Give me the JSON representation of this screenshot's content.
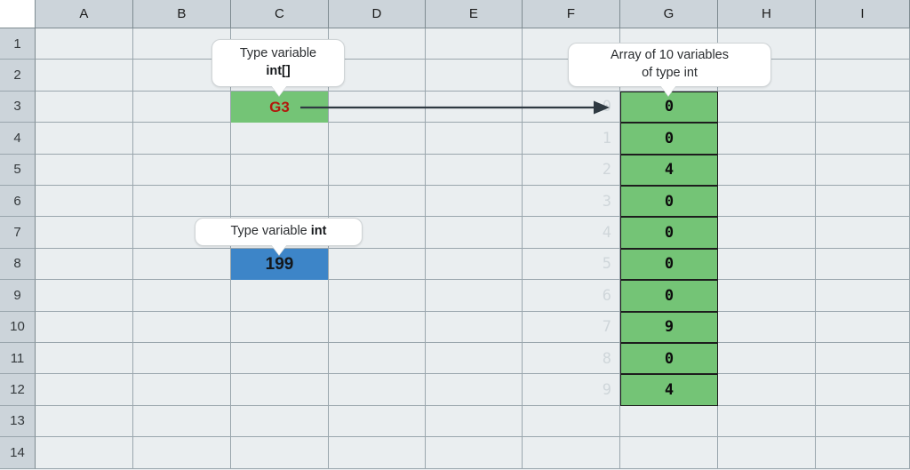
{
  "spreadsheet": {
    "columns": [
      "A",
      "B",
      "C",
      "D",
      "E",
      "F",
      "G",
      "H",
      "I"
    ],
    "rows": [
      "1",
      "2",
      "3",
      "4",
      "5",
      "6",
      "7",
      "8",
      "9",
      "10",
      "11",
      "12",
      "13",
      "14"
    ],
    "colors": {
      "header_fill": "#ccd4da",
      "cell_fill": "#eaeef0",
      "gridline": "#9aa6ad",
      "array_cell": "#74c476",
      "int_cell": "#3d85c8",
      "reference_text": "#b11a0d"
    }
  },
  "reference_cell": {
    "location": "C3",
    "value": "G3"
  },
  "int_cell": {
    "location": "C8",
    "value": "199"
  },
  "array": {
    "start_cell": "G3",
    "length": 10,
    "indices": [
      "0",
      "1",
      "2",
      "3",
      "4",
      "5",
      "6",
      "7",
      "8",
      "9"
    ],
    "values": [
      "0",
      "0",
      "4",
      "0",
      "0",
      "0",
      "0",
      "9",
      "0",
      "4"
    ]
  },
  "callouts": {
    "reference": {
      "line1": "Type variable",
      "line2": "int[]"
    },
    "int": {
      "prefix": "Type variable ",
      "bold": "int"
    },
    "array": {
      "line1": "Array of 10 variables",
      "line2": "of type int"
    }
  }
}
